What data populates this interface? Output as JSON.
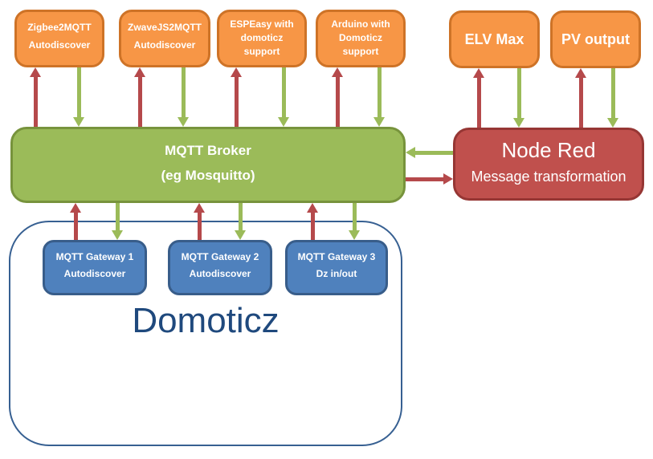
{
  "nodes": {
    "zigbee2mqtt": {
      "lines": [
        "Zigbee2MQTT",
        "Autodiscover"
      ]
    },
    "zwavejs2mqtt": {
      "lines": [
        "ZwaveJS2MQTT",
        "Autodiscover"
      ]
    },
    "espeasy": {
      "lines": [
        "ESPEasy with",
        "domoticz",
        "support"
      ]
    },
    "arduino": {
      "lines": [
        "Arduino with",
        "Domoticz",
        "support"
      ]
    },
    "elv_max": {
      "label": "ELV Max"
    },
    "pv_output": {
      "label": "PV output"
    },
    "mqtt_broker": {
      "lines": [
        "MQTT Broker",
        "(eg Mosquitto)"
      ]
    },
    "node_red": {
      "title": "Node Red",
      "subtitle": "Message transformation"
    },
    "gateway1": {
      "lines": [
        "MQTT Gateway 1",
        "Autodiscover"
      ]
    },
    "gateway2": {
      "lines": [
        "MQTT Gateway 2",
        "Autodiscover"
      ]
    },
    "gateway3": {
      "lines": [
        "MQTT Gateway 3",
        "Dz in/out"
      ]
    },
    "domoticz": {
      "label": "Domoticz"
    }
  },
  "colors": {
    "orange_fill": "#F79646",
    "orange_border": "#CE7327",
    "green_fill": "#9BBB59",
    "green_border": "#77933C",
    "red_fill": "#C0504D",
    "red_border": "#963634",
    "blue_fill": "#4F81BD",
    "blue_border": "#385D8A",
    "domoticz_container_border": "#376092",
    "domoticz_text": "#1F497D",
    "arrow_red": "#B5494B",
    "arrow_green": "#9BBB59"
  }
}
